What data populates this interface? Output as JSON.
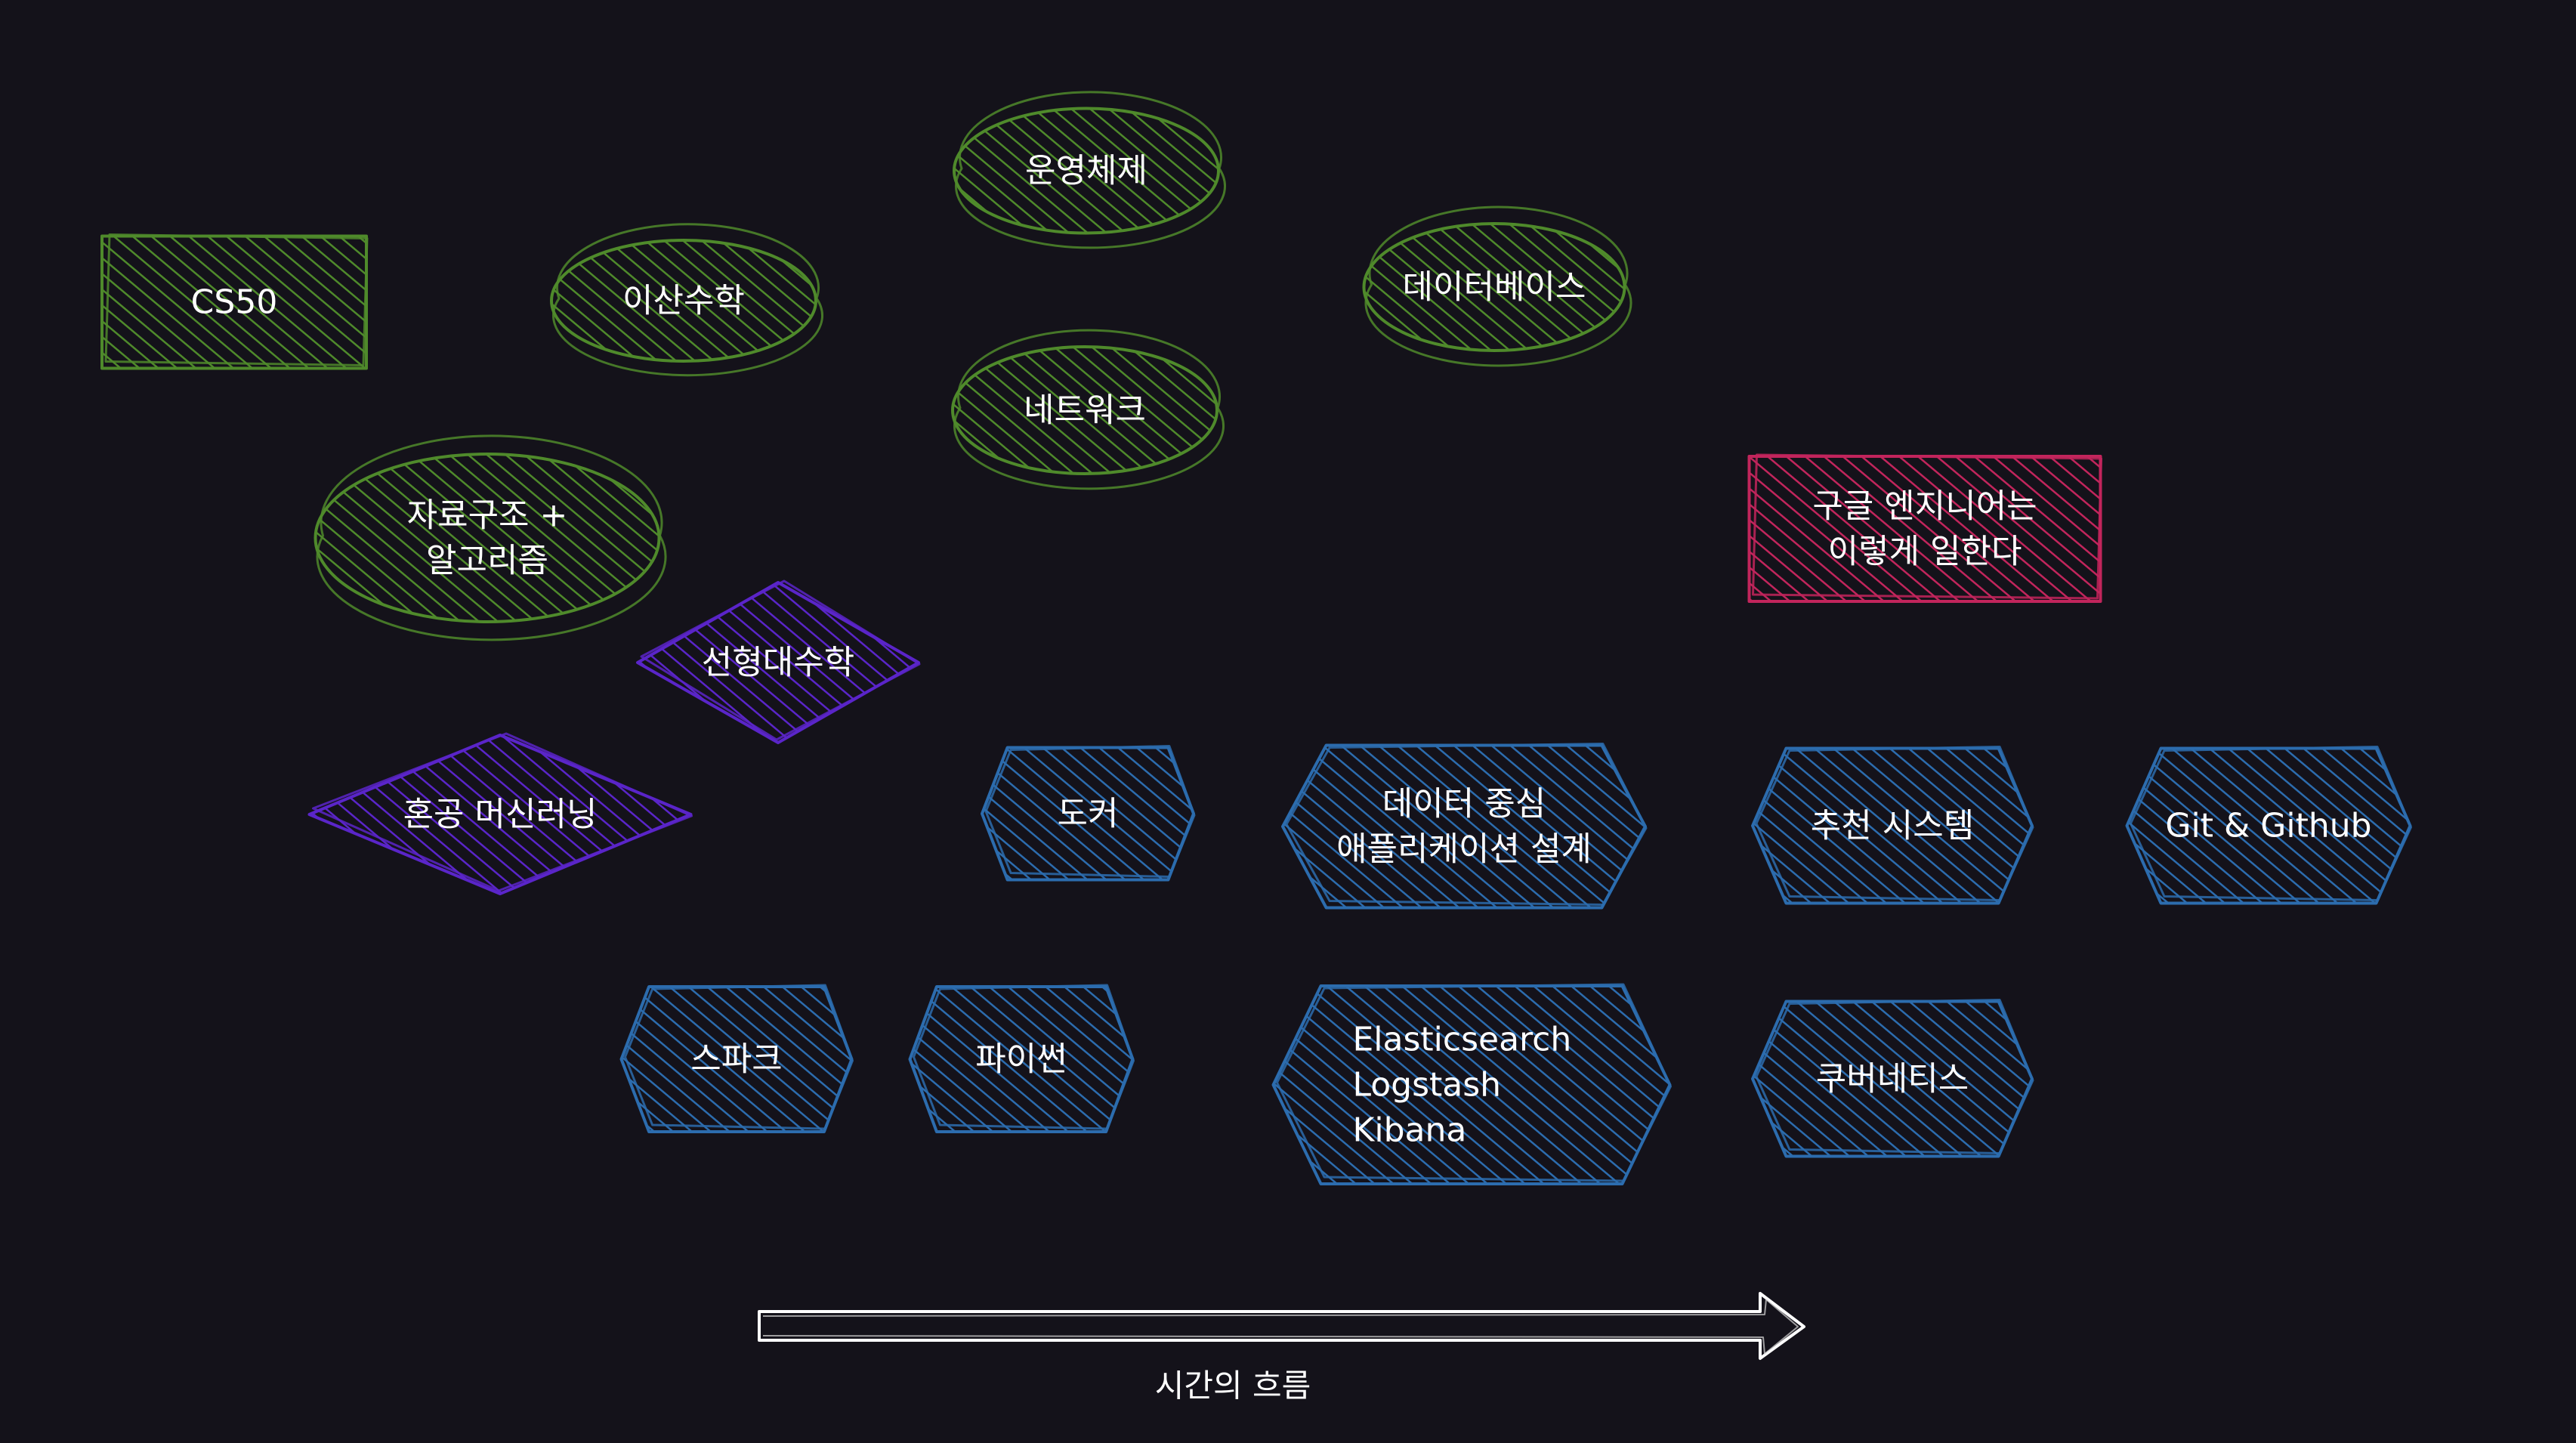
{
  "colors": {
    "background": "#14121a",
    "cs": "#4f8a2b",
    "math": "#5a25c9",
    "tool": "#2c6cae",
    "book": "#c2255c",
    "text": "#ffffff"
  },
  "nodes": [
    {
      "id": "cs50",
      "shape": "rect",
      "group": "cs",
      "lines": [
        "CS50"
      ]
    },
    {
      "id": "discrete-math",
      "shape": "ellipse",
      "group": "cs",
      "lines": [
        "이산수학"
      ]
    },
    {
      "id": "operating-system",
      "shape": "ellipse",
      "group": "cs",
      "lines": [
        "운영체제"
      ]
    },
    {
      "id": "network",
      "shape": "ellipse",
      "group": "cs",
      "lines": [
        "네트워크"
      ]
    },
    {
      "id": "database",
      "shape": "ellipse",
      "group": "cs",
      "lines": [
        "데이터베이스"
      ]
    },
    {
      "id": "data-structures",
      "shape": "ellipse",
      "group": "cs",
      "lines": [
        "자료구조 +",
        "알고리즘"
      ]
    },
    {
      "id": "linear-algebra",
      "shape": "diamond",
      "group": "math",
      "lines": [
        "선형대수학"
      ]
    },
    {
      "id": "machine-learning",
      "shape": "diamond",
      "group": "math",
      "lines": [
        "혼공 머신러닝"
      ]
    },
    {
      "id": "google-engineering",
      "shape": "rect",
      "group": "book",
      "lines": [
        "구글 엔지니어는",
        "이렇게 일한다"
      ]
    },
    {
      "id": "docker",
      "shape": "hex",
      "group": "tool",
      "lines": [
        "도커"
      ]
    },
    {
      "id": "data-intensive",
      "shape": "hex",
      "group": "tool",
      "lines": [
        "데이터 중심",
        "애플리케이션 설계"
      ]
    },
    {
      "id": "recommender",
      "shape": "hex",
      "group": "tool",
      "lines": [
        "추천 시스템"
      ]
    },
    {
      "id": "git-github",
      "shape": "hex",
      "group": "tool",
      "lines": [
        "Git & Github"
      ]
    },
    {
      "id": "spark",
      "shape": "hex",
      "group": "tool",
      "lines": [
        "스파크"
      ]
    },
    {
      "id": "python",
      "shape": "hex",
      "group": "tool",
      "lines": [
        "파이썬"
      ]
    },
    {
      "id": "elk",
      "shape": "hex",
      "group": "tool",
      "align": "left",
      "lines": [
        "Elasticsearch",
        "Logstash",
        "Kibana"
      ]
    },
    {
      "id": "kubernetes",
      "shape": "hex",
      "group": "tool",
      "lines": [
        "쿠버네티스"
      ]
    }
  ],
  "timeline": {
    "label": "시간의 흐름"
  }
}
